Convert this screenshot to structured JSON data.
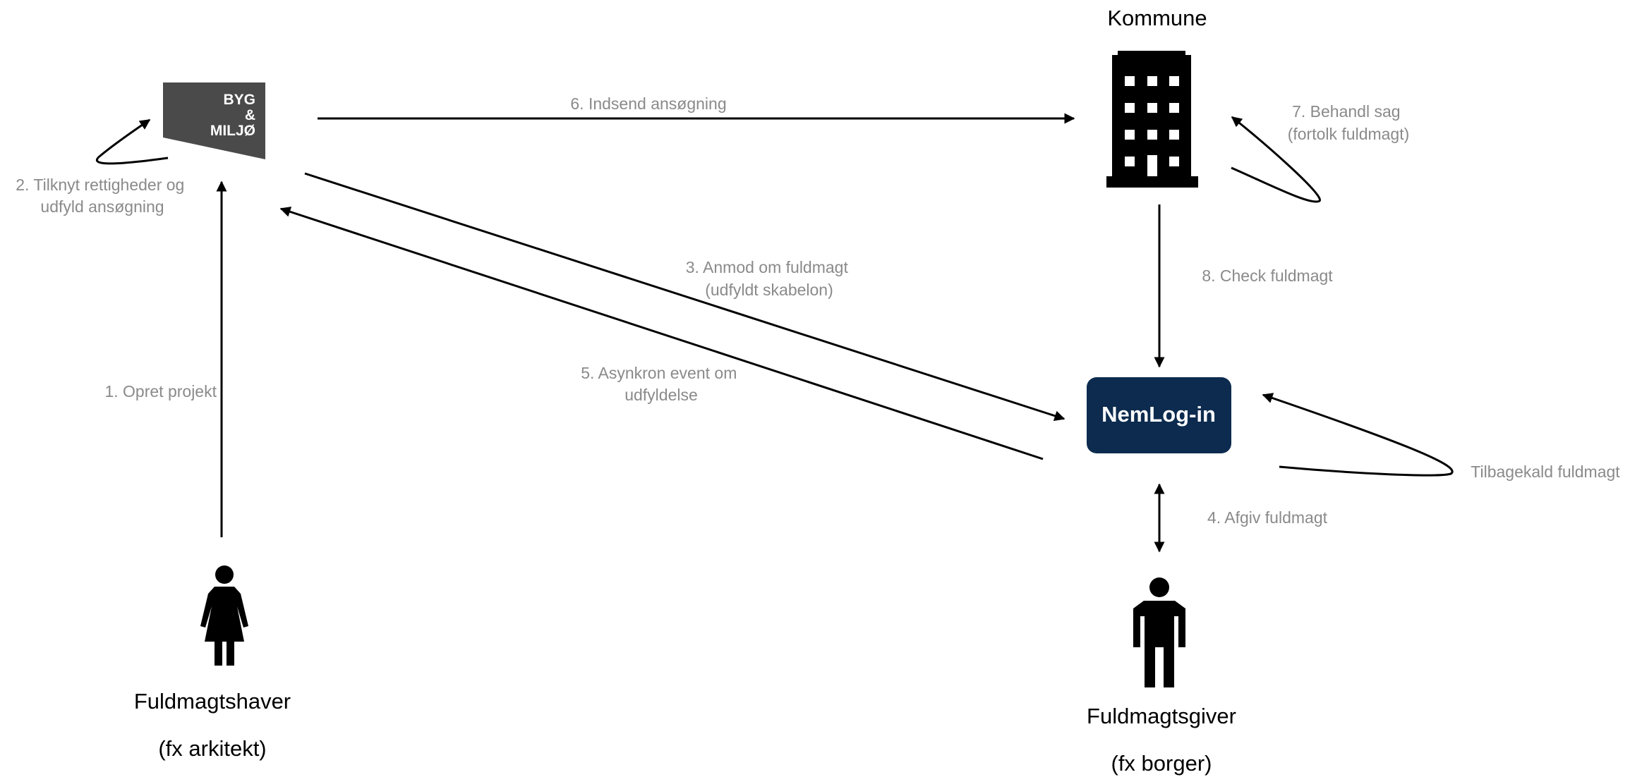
{
  "logo": {
    "line1": "BYG",
    "line2": "&",
    "line3": "MILJØ"
  },
  "nemlogin": {
    "label": "NemLog-in",
    "color": "#0c2b4e"
  },
  "actors": {
    "kommune": {
      "label": "Kommune"
    },
    "fuldmagtshaver": {
      "label": "Fuldmagtshaver",
      "sublabel": "(fx arkitekt)"
    },
    "fuldmagtsgiver": {
      "label": "Fuldmagtsgiver",
      "sublabel": "(fx borger)"
    }
  },
  "steps": {
    "s1": {
      "lines": [
        "1. Opret projekt"
      ]
    },
    "s2": {
      "lines": [
        "2. Tilknyt rettigheder og",
        "udfyld ansøgning"
      ]
    },
    "s3": {
      "lines": [
        "3. Anmod om fuldmagt",
        "(udfyldt skabelon)"
      ]
    },
    "s4": {
      "lines": [
        "4. Afgiv fuldmagt"
      ]
    },
    "s5": {
      "lines": [
        "5. Asynkron event om",
        "udfyldelse"
      ]
    },
    "s6": {
      "lines": [
        "6. Indsend ansøgning"
      ]
    },
    "s7": {
      "lines": [
        "7. Behandl sag",
        "(fortolk fuldmagt)"
      ]
    },
    "s8": {
      "lines": [
        "8. Check fuldmagt"
      ]
    },
    "revoke": {
      "lines": [
        "Tilbagekald fuldmagt"
      ]
    }
  },
  "colors": {
    "edge": "#000000",
    "step_text": "#8a8a8a",
    "logo_bg": "#4a4a4a"
  }
}
